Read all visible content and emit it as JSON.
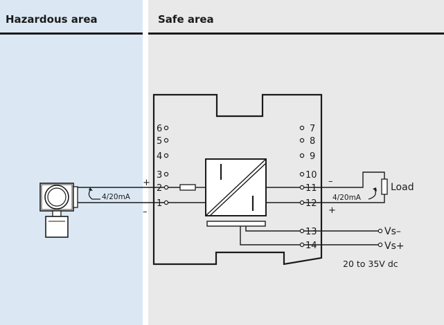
{
  "header": {
    "hazardous_title": "Hazardous area",
    "safe_title": "Safe area"
  },
  "terminals": {
    "left": [
      "6",
      "5",
      "4",
      "3",
      "2",
      "1"
    ],
    "right": [
      "7",
      "8",
      "9",
      "10",
      "11",
      "12"
    ],
    "supply": [
      "13",
      "14"
    ]
  },
  "field_loop": {
    "current_label": "4/20mA",
    "plus_sign": "+",
    "minus_sign": "–"
  },
  "output_loop": {
    "current_label": "4/20mA",
    "load_label": "Load",
    "plus_sign": "+",
    "minus_sign": "–"
  },
  "supply": {
    "vs_minus": "Vs–",
    "vs_plus": "Vs+",
    "range": "20 to 35V dc"
  },
  "colors": {
    "hazardous_bg": "#dbe8f4",
    "safe_bg": "#e9e9e9",
    "line": "#1a1a1a",
    "module_fill": "#ffffff"
  },
  "icons": {
    "transmitter": "transmitter-icon",
    "isolator": "isolator-converter-icon",
    "resistor": "resistor-icon",
    "load": "load-resistor-icon",
    "current_arrow": "current-arrow-icon"
  }
}
